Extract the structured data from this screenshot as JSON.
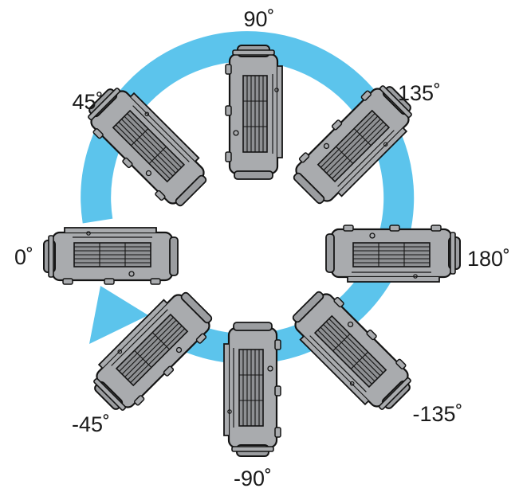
{
  "arrow_color": "#5cc4ec",
  "device_color": "#a9abae",
  "device_outline": "#141414",
  "angles": [
    {
      "id": "deg-0",
      "label": "0˚"
    },
    {
      "id": "deg-45",
      "label": "45˚"
    },
    {
      "id": "deg-90",
      "label": "90˚"
    },
    {
      "id": "deg-135",
      "label": "135˚"
    },
    {
      "id": "deg-180",
      "label": "180˚"
    },
    {
      "id": "deg-minus-135",
      "label": "-135˚"
    },
    {
      "id": "deg-minus-90",
      "label": "-90˚"
    },
    {
      "id": "deg-minus-45",
      "label": "-45˚"
    }
  ]
}
